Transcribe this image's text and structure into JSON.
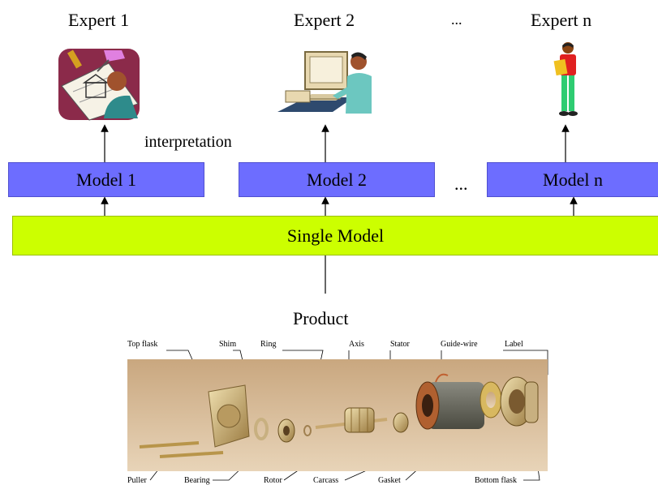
{
  "experts": [
    {
      "label": "Expert 1",
      "icon": "designer-drafting-icon"
    },
    {
      "label": "Expert 2",
      "icon": "computer-user-icon"
    },
    {
      "label": "Expert n",
      "icon": "person-with-folder-icon"
    }
  ],
  "expert_ellipsis": "...",
  "interpretation_label": "interpretation",
  "models": [
    "Model 1",
    "Model 2",
    "Model n"
  ],
  "model_ellipsis": "...",
  "single_model": "Single Model",
  "product_label": "Product",
  "parts_top": [
    "Top flask",
    "Shim",
    "Ring",
    "Axis",
    "Stator",
    "Guide-wire",
    "Label"
  ],
  "parts_bottom": [
    "Puller",
    "Bearing",
    "Rotor",
    "Carcass",
    "Gasket",
    "Bottom flask"
  ],
  "colors": {
    "model": "#6d6dff",
    "single_model": "#ccff00"
  }
}
